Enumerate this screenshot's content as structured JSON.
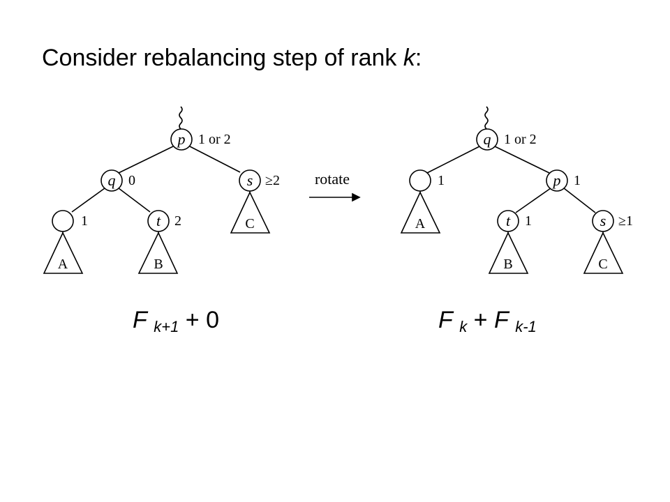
{
  "title": {
    "text": "Consider rebalancing step of rank ",
    "var": "k",
    "suffix": ":"
  },
  "before_tree": {
    "nodes": [
      {
        "id": "p",
        "label": "p",
        "rank": "1 or 2"
      },
      {
        "id": "q",
        "label": "q",
        "rank": "0"
      },
      {
        "id": "s",
        "label": "s",
        "rank": "≥2"
      },
      {
        "id": "a-root",
        "label": "",
        "rank": "1"
      },
      {
        "id": "t",
        "label": "t",
        "rank": "2"
      }
    ],
    "subtrees": [
      "A",
      "B",
      "C"
    ]
  },
  "arrow_label": "rotate",
  "after_tree": {
    "nodes": [
      {
        "id": "q",
        "label": "q",
        "rank": "1 or 2"
      },
      {
        "id": "a-root",
        "label": "",
        "rank": "1"
      },
      {
        "id": "p",
        "label": "p",
        "rank": "1"
      },
      {
        "id": "t",
        "label": "t",
        "rank": "1"
      },
      {
        "id": "s",
        "label": "s",
        "rank": "≥1"
      }
    ],
    "subtrees": [
      "A",
      "B",
      "C"
    ]
  },
  "formula_left": {
    "F": "F",
    "sub": "k+1",
    "rest": " + 0"
  },
  "formula_right": {
    "F1": "F",
    "sub1": "k",
    "plus": " + ",
    "F2": "F",
    "sub2": "k-1"
  }
}
